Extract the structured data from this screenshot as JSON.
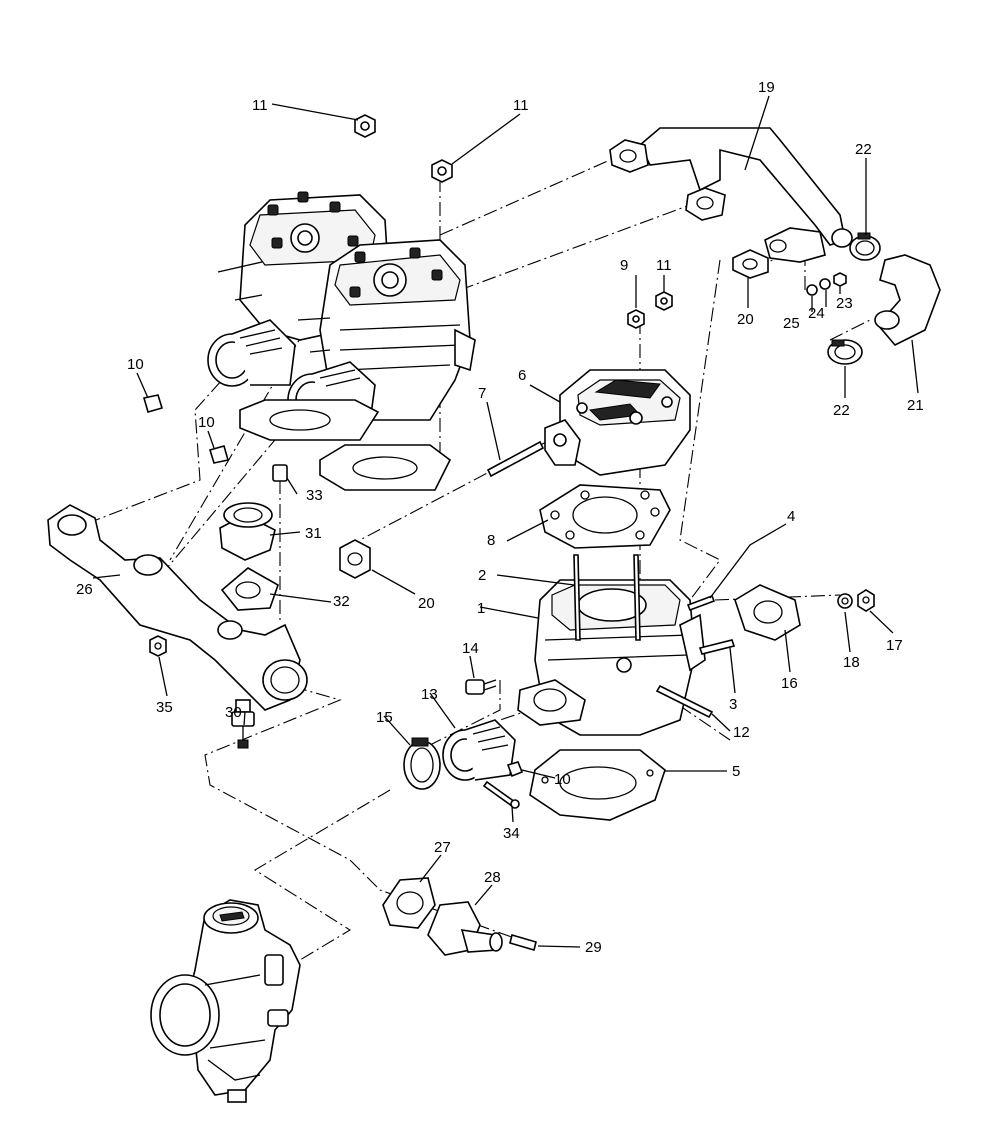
{
  "diagram": {
    "type": "exploded-parts-diagram",
    "callouts": [
      {
        "id": "c11a",
        "label": "11"
      },
      {
        "id": "c11b",
        "label": "11"
      },
      {
        "id": "c19",
        "label": "19"
      },
      {
        "id": "c22a",
        "label": "22"
      },
      {
        "id": "c9",
        "label": "9"
      },
      {
        "id": "c11c",
        "label": "11"
      },
      {
        "id": "c20a",
        "label": "20"
      },
      {
        "id": "c25",
        "label": "25"
      },
      {
        "id": "c24",
        "label": "24"
      },
      {
        "id": "c23",
        "label": "23"
      },
      {
        "id": "c21",
        "label": "21"
      },
      {
        "id": "c22b",
        "label": "22"
      },
      {
        "id": "c10a",
        "label": "10"
      },
      {
        "id": "c6",
        "label": "6"
      },
      {
        "id": "c7",
        "label": "7"
      },
      {
        "id": "c10b",
        "label": "10"
      },
      {
        "id": "c33",
        "label": "33"
      },
      {
        "id": "c31",
        "label": "31"
      },
      {
        "id": "c8",
        "label": "8"
      },
      {
        "id": "c4",
        "label": "4"
      },
      {
        "id": "c2",
        "label": "2"
      },
      {
        "id": "c32",
        "label": "32"
      },
      {
        "id": "c20b",
        "label": "20"
      },
      {
        "id": "c26",
        "label": "26"
      },
      {
        "id": "c1",
        "label": "1"
      },
      {
        "id": "c16",
        "label": "16"
      },
      {
        "id": "c18",
        "label": "18"
      },
      {
        "id": "c17",
        "label": "17"
      },
      {
        "id": "c14",
        "label": "14"
      },
      {
        "id": "c3",
        "label": "3"
      },
      {
        "id": "c35",
        "label": "35"
      },
      {
        "id": "c13",
        "label": "13"
      },
      {
        "id": "c12",
        "label": "12"
      },
      {
        "id": "c30",
        "label": "30"
      },
      {
        "id": "c15",
        "label": "15"
      },
      {
        "id": "c5",
        "label": "5"
      },
      {
        "id": "c10c",
        "label": "10"
      },
      {
        "id": "c34",
        "label": "34"
      },
      {
        "id": "c27",
        "label": "27"
      },
      {
        "id": "c28",
        "label": "28"
      },
      {
        "id": "c29",
        "label": "29"
      }
    ]
  }
}
